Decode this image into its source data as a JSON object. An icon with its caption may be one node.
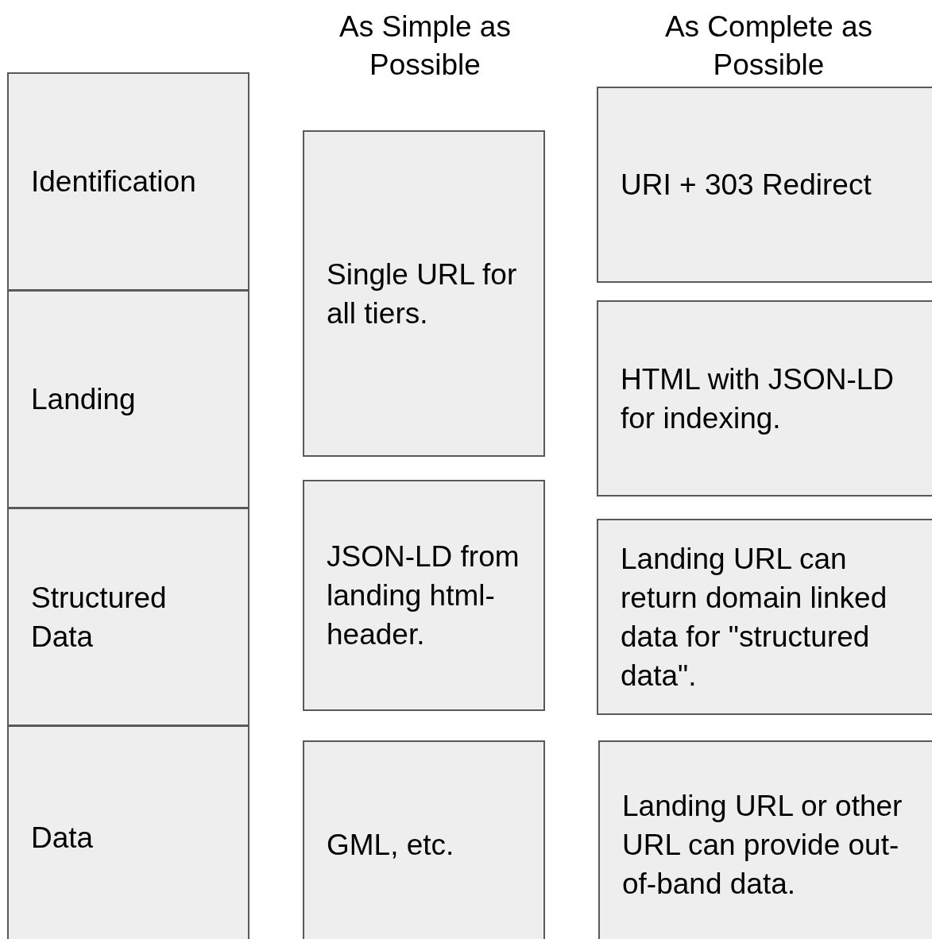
{
  "diagram": {
    "nodes": [
      {
        "text": [
          "Identification"
        ]
      },
      {
        "text": [
          "Landing"
        ]
      },
      {
        "text": [
          "Structured Data"
        ]
      },
      {
        "text": [
          "Data"
        ]
      },
      {
        "text": [
          "Single URL for all tiers."
        ]
      },
      {
        "text": [
          "JSON-LD from landing html-header."
        ]
      },
      {
        "text": [
          "GML, etc."
        ]
      },
      {
        "text": [
          "URI + 303 Redirect"
        ]
      },
      {
        "text": [
          "HTML with JSON-LD for indexing."
        ]
      },
      {
        "text": [
          "Landing URL can return domain linked data for \"structured data\"."
        ]
      },
      {
        "text": [
          "Landing URL or other URL can provide out-of-band data."
        ]
      }
    ],
    "labels": [
      "As Simple as Possible",
      "As Complete as Possible"
    ]
  }
}
